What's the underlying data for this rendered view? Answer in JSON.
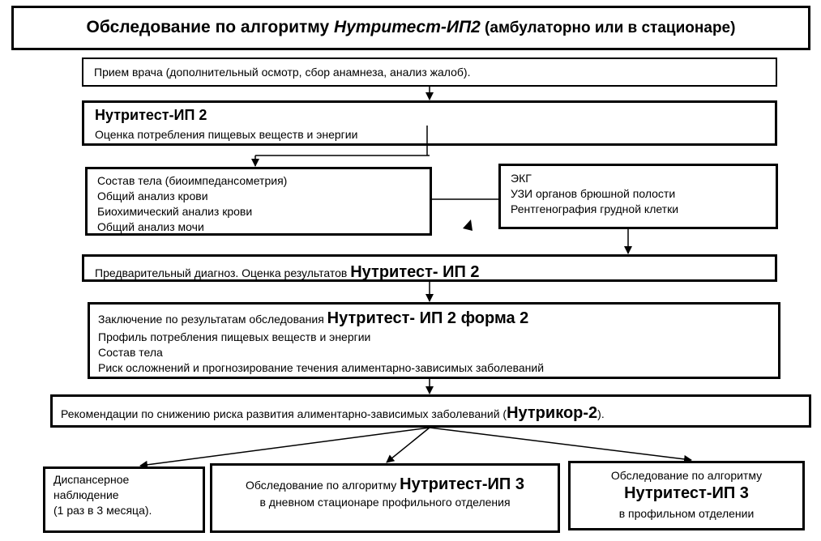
{
  "title": {
    "prefix": "Обследование по алгоритму ",
    "highlight": "Нутритест-ИП2",
    "suffix": " (амбулаторно или в стационаре)"
  },
  "doctor_box": {
    "text": "Прием врача (дополнительный осмотр, сбор анамнеза, анализ жалоб)."
  },
  "nutritest_box": {
    "heading": "Нутритест-ИП 2",
    "text": "Оценка потребления пищевых веществ и энергии"
  },
  "body_tests_box": {
    "lines": [
      "Состав тела (биоимпедансометрия)",
      "Общий анализ крови",
      "Биохимический анализ крови",
      "Общий анализ мочи"
    ]
  },
  "instrumental_box": {
    "lines": [
      "ЭКГ",
      "УЗИ органов брюшной полости",
      "Рентгенография грудной клетки"
    ]
  },
  "diagnosis_box": {
    "text": "Предварительный диагноз. Оценка результатов ",
    "heading": "Нутритест- ИП 2"
  },
  "conclusion_box": {
    "text": "Заключение по результатам обследования ",
    "heading": "Нутритест- ИП 2 форма 2",
    "lines": [
      "Профиль потребления пищевых веществ и энергии",
      "Состав тела",
      "Риск осложнений и прогнозирование течения алиментарно-зависимых заболеваний"
    ]
  },
  "recommendation_box": {
    "text": "Рекомендации по снижению риска развития алиментарно-зависимых заболеваний (",
    "heading": "Нутрикор-2",
    "suffix": ")."
  },
  "dispensary_box": {
    "lines": [
      "Диспансерное",
      "наблюдение",
      "(1 раз в 3 месяца)."
    ]
  },
  "day_hospital_box": {
    "text": "Обследование по алгоритму ",
    "heading": "Нутритест-ИП 3",
    "line2": "в дневном стационаре профильного отделения"
  },
  "department_box": {
    "line1": "Обследование по алгоритму",
    "heading": "Нутритест-ИП 3",
    "line3": "в профильном отделении"
  }
}
